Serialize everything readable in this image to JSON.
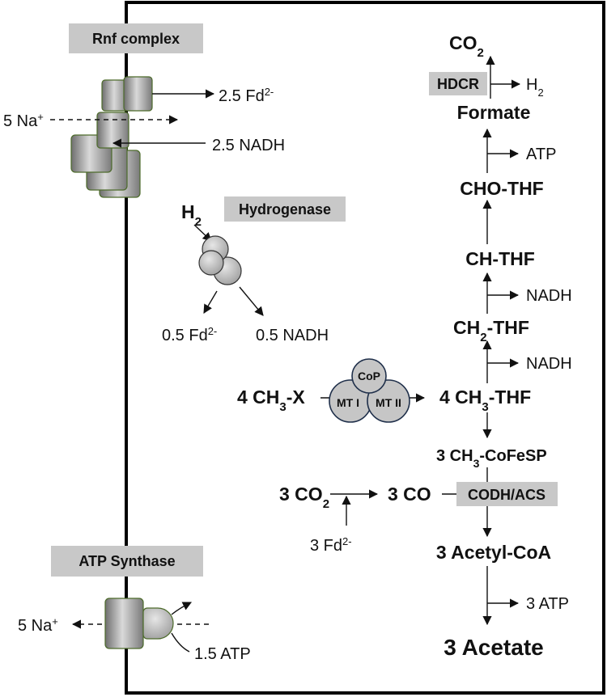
{
  "title_labels": {
    "rnf": "Rnf complex",
    "hydrogenase": "Hydrogenase",
    "atp_synthase": "ATP Synthase",
    "hdcr": "HDCR",
    "codh": "CODH/ACS"
  },
  "rnf": {
    "na_in": "5 Na",
    "na_sup": "+",
    "fd_out": "2.5 Fd",
    "fd_sup": "2-",
    "nadh_in": "2.5 NADH"
  },
  "hydrogenase": {
    "h2": "H",
    "h2_sub": "2",
    "fd_out": "0.5 Fd",
    "fd_sup": "2-",
    "nadh_out": "0.5 NADH"
  },
  "pathway": {
    "co2": "CO",
    "co2_sub": "2",
    "h2": "H",
    "h2_sub": "2",
    "formate": "Formate",
    "atp1": "ATP",
    "cho_thf": "CHO-THF",
    "ch_thf": "CH-THF",
    "nadh1": "NADH",
    "ch2_thf_a": "CH",
    "ch2_thf_sub": "2",
    "ch2_thf_b": "-THF",
    "nadh2": "NADH",
    "ch3_thf_a": "4 CH",
    "ch3_thf_sub": "3",
    "ch3_thf_b": "-THF",
    "ch3x_a": "4 CH",
    "ch3x_sub": "3",
    "ch3x_b": "-X",
    "cofesp_a": "3 CH",
    "cofesp_sub": "3",
    "cofesp_b": "-CoFeSP",
    "co2b_a": "3 CO",
    "co2b_sub": "2",
    "co": "3 CO",
    "fd_in": "3 Fd",
    "fd_sup": "2-",
    "acetyl_coa": "3 Acetyl-CoA",
    "atp3": "3 ATP",
    "acetate": "3 Acetate"
  },
  "methyltransferase": {
    "cop": "CoP",
    "mt1": "MT I",
    "mt2": "MT II"
  },
  "atp_synthase": {
    "na_out": "5 Na",
    "na_sup": "+",
    "atp_out": "1.5 ATP"
  }
}
